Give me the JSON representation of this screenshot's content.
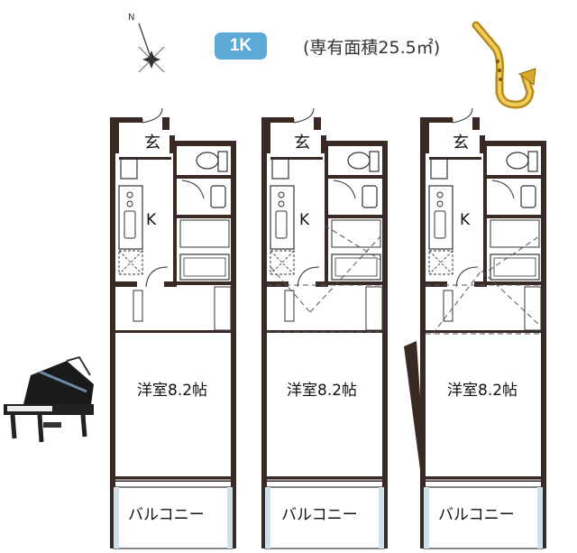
{
  "header": {
    "plan_type": "1K",
    "area_text": "(専有面積25.5㎡)"
  },
  "units": [
    {
      "genkan": "玄",
      "kitchen": "K",
      "room": "洋室8.2帖",
      "balcony": "バルコニー"
    },
    {
      "genkan": "玄",
      "kitchen": "K",
      "room": "洋室8.2帖",
      "balcony": "バルコニー"
    },
    {
      "genkan": "玄",
      "kitchen": "K",
      "room": "洋室8.2帖",
      "balcony": "バルコニー"
    }
  ],
  "decorations": [
    "compass-icon",
    "saxophone-icon",
    "grand-piano-icon"
  ]
}
